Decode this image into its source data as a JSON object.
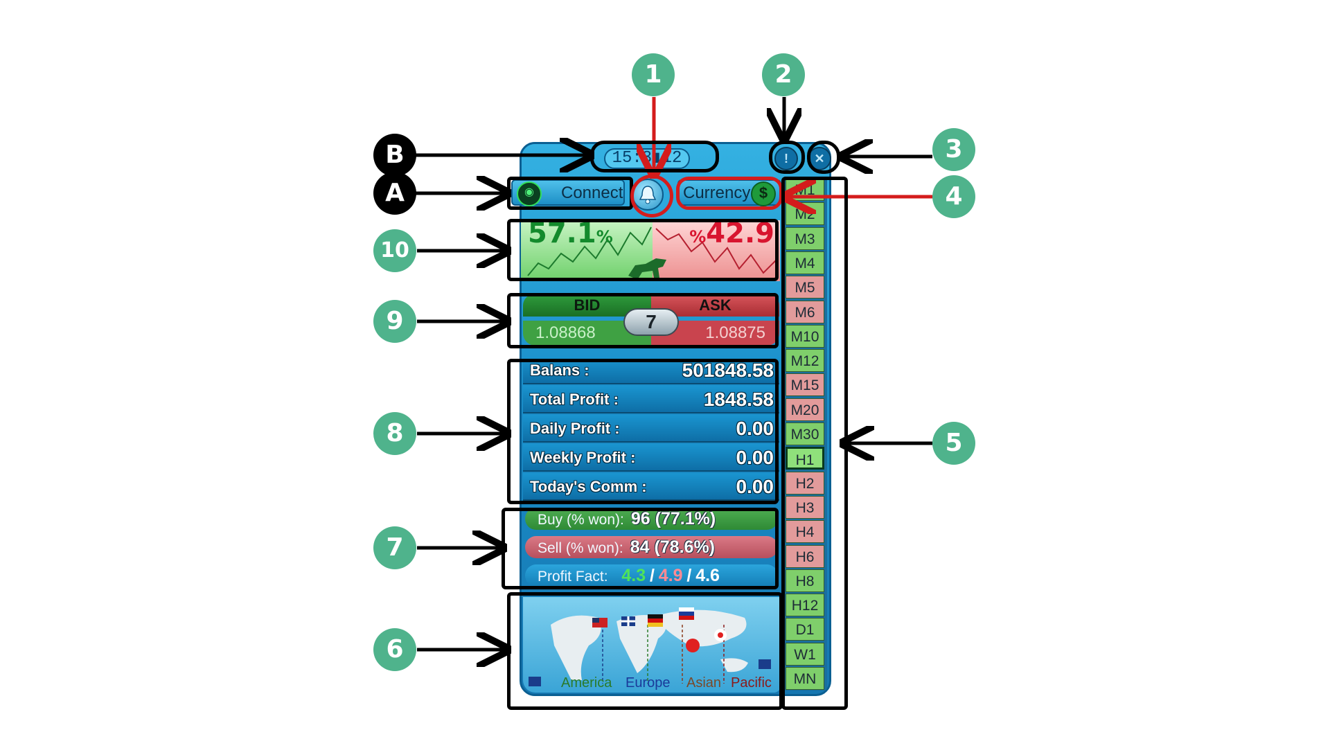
{
  "header": {
    "time": "15:3▮12",
    "info_icon": "info-icon",
    "close_icon": "close-icon"
  },
  "toolbar": {
    "connect_label": "Connect",
    "currency_label": "Currency",
    "bell_icon": "bell-icon"
  },
  "chart": {
    "win_pct_left": "57.1",
    "win_pct_right": "42.9",
    "pct_symbol": "%"
  },
  "quotes": {
    "bid_label": "BID",
    "ask_label": "ASK",
    "bid_value": "1.08868",
    "ask_value": "1.08875",
    "spread": "7"
  },
  "stats": [
    {
      "label": "Balans :",
      "value": "501848.58"
    },
    {
      "label": "Total Profit :",
      "value": "1848.58"
    },
    {
      "label": "Daily Profit :",
      "value": "0.00"
    },
    {
      "label": "Weekly Profit :",
      "value": "0.00"
    },
    {
      "label": "Today's Comm :",
      "value": "0.00"
    }
  ],
  "performance": {
    "buy_label": "Buy (% won):",
    "buy_value": "96 (77.1%)",
    "sell_label": "Sell (% won):",
    "sell_value": "84 (78.6%)",
    "pf_label": "Profit Fact:",
    "pf_buy": "4.3",
    "pf_sell": "4.9",
    "pf_total": "4.6",
    "sep": "/"
  },
  "sessions": [
    "America",
    "Europe",
    "Asian",
    "Pacific"
  ],
  "timeframes": [
    {
      "label": "M1",
      "state": "g"
    },
    {
      "label": "M2",
      "state": "g"
    },
    {
      "label": "M3",
      "state": "g"
    },
    {
      "label": "M4",
      "state": "g"
    },
    {
      "label": "M5",
      "state": "r"
    },
    {
      "label": "M6",
      "state": "r"
    },
    {
      "label": "M10",
      "state": "g"
    },
    {
      "label": "M12",
      "state": "g"
    },
    {
      "label": "M15",
      "state": "r"
    },
    {
      "label": "M20",
      "state": "r"
    },
    {
      "label": "M30",
      "state": "g"
    },
    {
      "label": "H1",
      "state": "sel"
    },
    {
      "label": "H2",
      "state": "r"
    },
    {
      "label": "H3",
      "state": "r"
    },
    {
      "label": "H4",
      "state": "r"
    },
    {
      "label": "H6",
      "state": "r"
    },
    {
      "label": "H8",
      "state": "g"
    },
    {
      "label": "H12",
      "state": "g"
    },
    {
      "label": "D1",
      "state": "g"
    },
    {
      "label": "W1",
      "state": "g"
    },
    {
      "label": "MN",
      "state": "g"
    }
  ],
  "annotations": {
    "n1": "1",
    "n2": "2",
    "n3": "3",
    "n4": "4",
    "n5": "5",
    "n6": "6",
    "n7": "7",
    "n8": "8",
    "n9": "9",
    "n10": "10",
    "a": "A",
    "b": "B"
  },
  "colors": {
    "green_marker": "#4fb38c",
    "red_marker": "#d41c1c",
    "panel_blue": "#1a8ec9"
  }
}
